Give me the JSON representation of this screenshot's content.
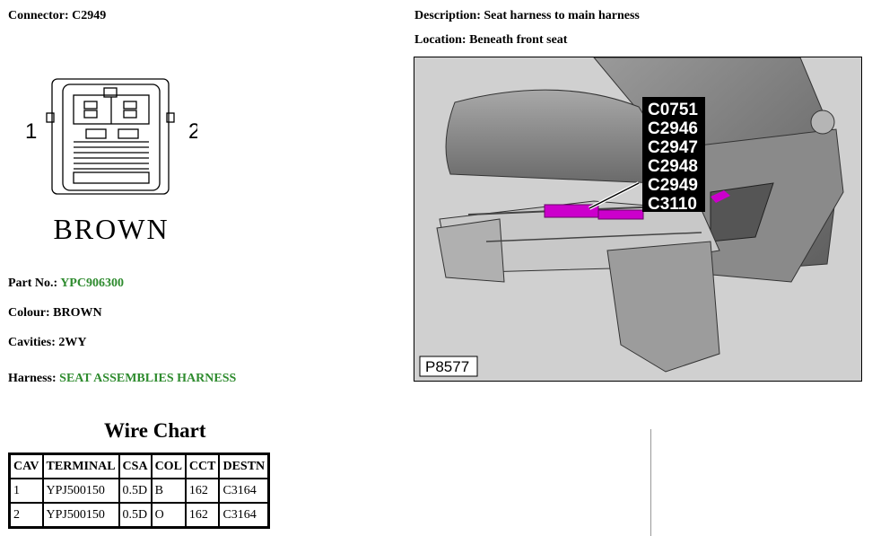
{
  "connector": {
    "label": "Connector:",
    "value": "C2949"
  },
  "description": {
    "label": "Description:",
    "value": "Seat harness to main harness"
  },
  "location": {
    "label": "Location:",
    "value": "Beneath front seat"
  },
  "drawing": {
    "pin_left": "1",
    "pin_right": "2",
    "color_name": "BROWN"
  },
  "photo": {
    "callouts": [
      "C0751",
      "C2946",
      "C2947",
      "C2948",
      "C2949",
      "C3110"
    ],
    "figure_id": "P8577",
    "highlight_color": "#cc00cc"
  },
  "part": {
    "label": "Part No.:",
    "value": "YPC906300"
  },
  "colour": {
    "label": "Colour:",
    "value": "BROWN"
  },
  "cavities": {
    "label": "Cavities:",
    "value": "2WY"
  },
  "harness": {
    "label": "Harness:",
    "value": "SEAT ASSEMBLIES HARNESS"
  },
  "link_color": "#2e8b2e",
  "wire_chart": {
    "title": "Wire Chart",
    "columns": [
      "CAV",
      "TERMINAL",
      "CSA",
      "COL",
      "CCT",
      "DESTN"
    ],
    "rows": [
      [
        "1",
        "YPJ500150",
        "0.5D",
        "B",
        "162",
        "C3164"
      ],
      [
        "2",
        "YPJ500150",
        "0.5D",
        "O",
        "162",
        "C3164"
      ]
    ]
  }
}
